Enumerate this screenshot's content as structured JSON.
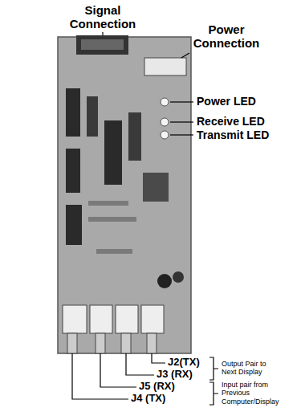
{
  "diagram": {
    "labels": [
      "Signal Connection",
      "Power Connection",
      "Power LED",
      "Receive LED",
      "Transmit LED",
      "J2(TX)",
      "J3 (RX)",
      "J5 (RX)",
      "J4 (TX)",
      "Output Pair to Next Display",
      "Input pair from Previous Computer/Display"
    ]
  }
}
